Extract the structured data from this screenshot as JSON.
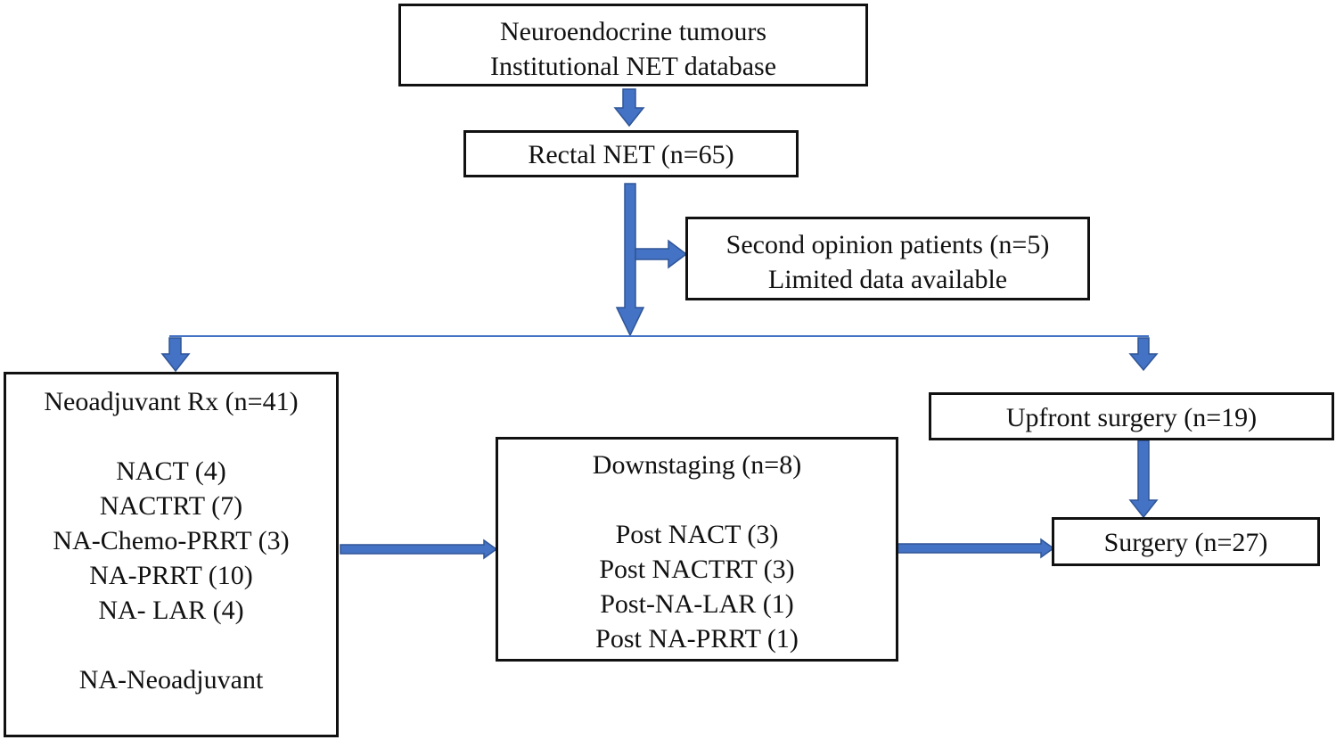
{
  "boxes": {
    "database": {
      "lines": [
        "Neuroendocrine tumours",
        "Institutional NET database"
      ]
    },
    "rectal": {
      "label": "Rectal NET (n=65)"
    },
    "second_opinion": {
      "lines": [
        "Second opinion patients (n=5)",
        "Limited data available"
      ]
    },
    "neoadjuvant": {
      "title": "Neoadjuvant Rx (n=41)",
      "items": [
        "NACT (4)",
        "NACTRT (7)",
        "NA-Chemo-PRRT (3)",
        "NA-PRRT (10)",
        "NA- LAR (4)"
      ],
      "footnote": "NA-Neoadjuvant"
    },
    "downstaging": {
      "title": "Downstaging (n=8)",
      "items": [
        "Post NACT (3)",
        "Post NACTRT (3)",
        "Post-NA-LAR (1)",
        "Post NA-PRRT (1)"
      ]
    },
    "upfront": {
      "label": "Upfront surgery (n=19)"
    },
    "surgery": {
      "label": "Surgery (n=27)"
    }
  },
  "colors": {
    "arrow_fill": "#4472C4",
    "arrow_stroke": "#2F5597",
    "border": "#111111"
  }
}
